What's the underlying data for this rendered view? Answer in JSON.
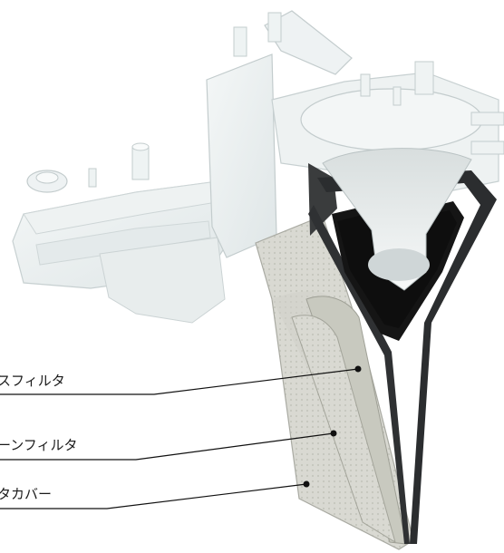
{
  "callouts": [
    {
      "text": "スフィルタ"
    },
    {
      "text": "ーンフィルタ"
    },
    {
      "text": "タカバー"
    }
  ],
  "colors": {
    "housing": "#e9eeee",
    "housing_edge": "#c9d2d3",
    "filter_light": "#dcdcd6",
    "filter_dark": "#b8b9b1",
    "foam": "#141414",
    "leader": "#111111"
  }
}
